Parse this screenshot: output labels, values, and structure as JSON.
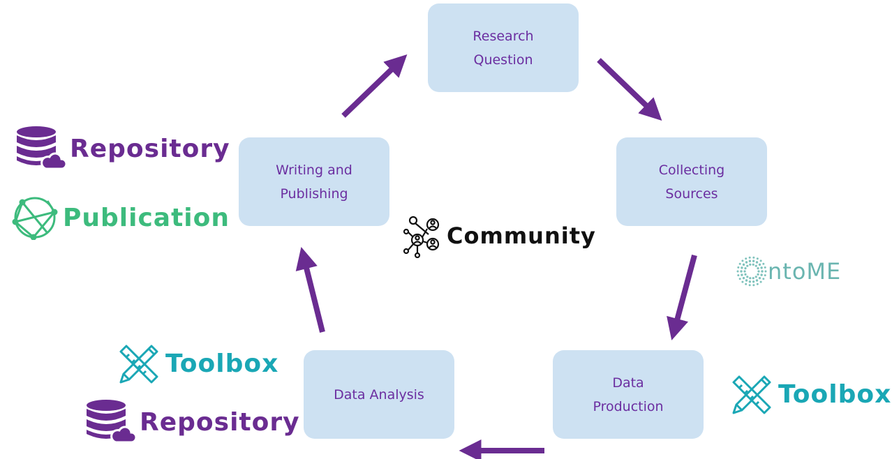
{
  "boxes": {
    "research_question": "Research\nQuestion",
    "collecting_sources": "Collecting\nSources",
    "data_production": "Data\nProduction",
    "data_analysis": "Data Analysis",
    "writing_publishing": "Writing and\nPublishing"
  },
  "center": {
    "label": "Community",
    "icon": "community-network-icon"
  },
  "tools": {
    "repository_top": {
      "label": "Repository",
      "icon": "database-cloud-icon"
    },
    "publication": {
      "label": "Publication",
      "icon": "globe-network-icon"
    },
    "ontome": {
      "label": "ntoME",
      "icon": "ontome-dots-logo"
    },
    "toolbox_right": {
      "label": "Toolbox",
      "icon": "ruler-pencil-icon"
    },
    "toolbox_left": {
      "label": "Toolbox",
      "icon": "ruler-pencil-icon"
    },
    "repository_bottom": {
      "label": "Repository",
      "icon": "database-cloud-icon"
    }
  },
  "colors": {
    "box_fill": "#cde1f2",
    "box_text": "#6b2ea0",
    "arrow": "#6a2c91",
    "repository": "#6a2c91",
    "toolbox": "#1aa7b5",
    "publication": "#3dbb7d",
    "ontome": "#6ab5b0",
    "community": "#111111"
  }
}
